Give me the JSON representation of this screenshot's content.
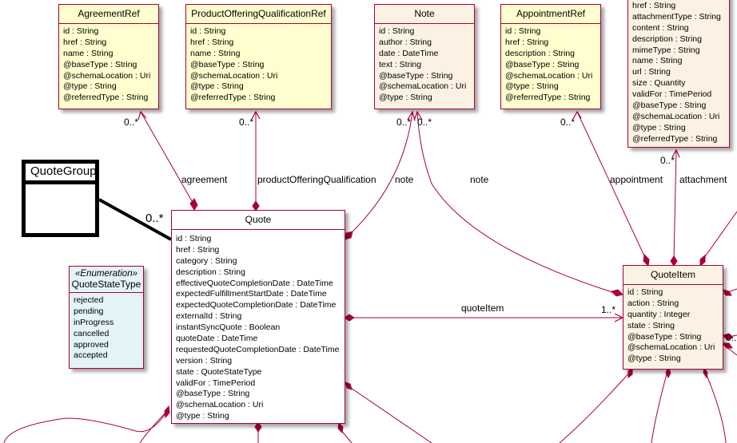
{
  "diagram": {
    "type": "uml-class-diagram",
    "classes": {
      "agreement_ref": {
        "name": "AgreementRef",
        "attributes": [
          "id : String",
          "href : String",
          "name : String",
          "@baseType : String",
          "@schemaLocation : Uri",
          "@type : String",
          "@referredType : String"
        ]
      },
      "poq_ref": {
        "name": "ProductOfferingQualificationRef",
        "attributes": [
          "id : String",
          "href : String",
          "name : String",
          "@baseType : String",
          "@schemaLocation : Uri",
          "@type : String",
          "@referredType : String"
        ]
      },
      "note": {
        "name": "Note",
        "attributes": [
          "id : String",
          "author : String",
          "date : DateTime",
          "text : String",
          "@baseType : String",
          "@schemaLocation : Uri",
          "@type : String"
        ]
      },
      "appointment_ref": {
        "name": "AppointmentRef",
        "attributes": [
          "id : String",
          "href : String",
          "description : String",
          "@baseType : String",
          "@schemaLocation : Uri",
          "@type : String",
          "@referredType : String"
        ]
      },
      "attachment": {
        "name": "",
        "attributes": [
          "href : String",
          "attachmentType : String",
          "content : String",
          "description : String",
          "mimeType : String",
          "name : String",
          "url : String",
          "size : Quantity",
          "validFor : TimePeriod",
          "@baseType : String",
          "@schemaLocation : Uri",
          "@type : String",
          "@referredType : String"
        ]
      },
      "quote_group": {
        "name": "QuoteGroup"
      },
      "quote_state_type": {
        "stereotype": "«Enumeration»",
        "name": "QuoteStateType",
        "values": [
          "rejected",
          "pending",
          "inProgress",
          "cancelled",
          "approved",
          "accepted"
        ]
      },
      "quote": {
        "name": "Quote",
        "attributes": [
          "id : String",
          "href : String",
          "category : String",
          "description : String",
          "effectiveQuoteCompletionDate : DateTime",
          "expectedFulfillmentStartDate : DateTime",
          "expectedQuoteCompletionDate : DateTime",
          "externalId : String",
          "instantSyncQuote : Boolean",
          "quoteDate : DateTime",
          "requestedQuoteCompletionDate : DateTime",
          "version : String",
          "state : QuoteStateType",
          "validFor : TimePeriod",
          "@baseType : String",
          "@schemaLocation : Uri",
          "@type : String"
        ]
      },
      "quote_item": {
        "name": "QuoteItem",
        "attributes": [
          "id : String",
          "action : String",
          "quantity : Integer",
          "state : String",
          "@baseType : String",
          "@schemaLocation : Uri",
          "@type : String"
        ]
      }
    },
    "associations": {
      "agreement": {
        "label": "agreement",
        "multiplicity": "0..*"
      },
      "poq": {
        "label": "productOfferingQualification",
        "multiplicity": "0..*"
      },
      "quote_note": {
        "label": "note",
        "multiplicity": "0..*"
      },
      "item_note": {
        "label": "note",
        "multiplicity": "0..*"
      },
      "appointment": {
        "label": "appointment",
        "multiplicity": "0..*"
      },
      "attachment": {
        "label": "attachment",
        "multiplicity": "0..*"
      },
      "quote_item": {
        "label": "quoteItem",
        "multiplicity": "1..*"
      },
      "quote_group": {
        "label": "",
        "multiplicity": "0..*"
      },
      "self_ref": {
        "multiplicity": "0.."
      }
    },
    "colors": {
      "line": "#a80036",
      "class_yellow": "#fefece",
      "class_peach": "#fcf2e3",
      "enum_blue": "#e3f4f9"
    }
  }
}
